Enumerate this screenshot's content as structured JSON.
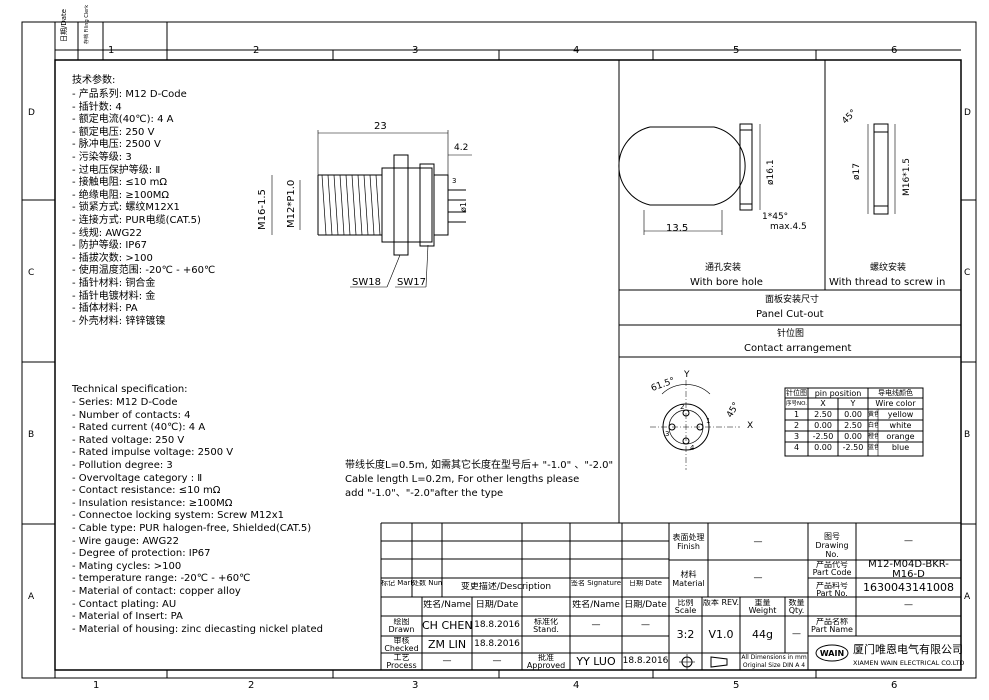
{
  "border": {
    "top_numbers": [
      "1",
      "2",
      "3",
      "4",
      "5",
      "6"
    ],
    "bottom_numbers": [
      "1",
      "2",
      "3",
      "4",
      "5",
      "6"
    ],
    "side_letters": [
      "D",
      "C",
      "B",
      "A"
    ],
    "tab_date": "日期/Date",
    "tab_filing": "存档 Filing Clerk"
  },
  "spec_cn": {
    "heading": "技术参数:",
    "items": [
      "- 产品系列: M12 D-Code",
      "- 插针数: 4",
      "- 额定电流(40℃): 4 A",
      "- 额定电压: 250 V",
      "- 脉冲电压: 2500 V",
      "- 污染等级: 3",
      "- 过电压保护等级: Ⅱ",
      "- 接触电阻: ≤10 mΩ",
      "- 绝缘电阻: ≥100MΩ",
      "- 锁紧方式: 螺纹M12X1",
      "- 连接方式: PUR电缆(CAT.5)",
      "- 线规: AWG22",
      "- 防护等级: IP67",
      "- 插拔次数: >100",
      "- 使用温度范围: -20℃ - +60℃",
      "- 插针材料: 铜合金",
      "- 插针电镀材料: 金",
      "- 插体材料: PA",
      "- 外壳材料: 锌锌镀镍"
    ]
  },
  "spec_en": {
    "heading": "Technical specification:",
    "items": [
      "- Series: M12 D-Code",
      "- Number of contacts: 4",
      "- Rated current (40℃): 4 A",
      "- Rated voltage: 250 V",
      "- Rated impulse voltage: 2500 V",
      "- Pollution degree: 3",
      "- Overvoltage category : Ⅱ",
      "- Contact resistance: ≤10 mΩ",
      "- Insulation resistance: ≥100MΩ",
      "- Connectoe locking system: Screw M12x1",
      "- Cable type: PUR halogen-free, Shielded(CAT.5)",
      "- Wire gauge: AWG22",
      "- Degree of protection: IP67",
      "- Mating cycles: >100",
      "- temperature range: -20℃ - +60℃",
      "- Material of contact: copper alloy",
      "- Contact plating: AU",
      "- Material of Insert: PA",
      "- Material of housing: zinc diecasting nickel plated"
    ]
  },
  "drawing": {
    "dim_23": "23",
    "dim_4_2": "4.2",
    "dim_3": "3",
    "dim_phi1": "ø1",
    "dim_m16": "M16-1.5",
    "dim_m12": "M12*P1.0",
    "sw18": "SW18",
    "sw17": "SW17"
  },
  "cable_note": {
    "cn": "带线长度L=0.5m, 如需其它长度在型号后+ \"-1.0\" 、\"-2.0\"",
    "en1": "Cable length L=0.2m, For other lengths please",
    "en2": "add \"-1.0\"、\"-2.0\"after the type"
  },
  "panel": {
    "bore_dim_13_5": "13.5",
    "bore_dim_phi16_1": "ø16.1",
    "bore_dim_145": "1*45°",
    "bore_dim_max": "max.4.5",
    "bore_cn": "通孔安装",
    "bore_en": "With bore hole",
    "thread_dim_45": "45°",
    "thread_dim_phi17": "ø17",
    "thread_dim_m16": "M16*1.5",
    "thread_cn": "螺纹安装",
    "thread_en": "With thread to screw in",
    "cutout_cn": "面板安装尺寸",
    "cutout_en": "Panel Cut-out"
  },
  "contact": {
    "title_cn": "针位图",
    "title_en": "Contact arrangement",
    "angle_61_5": "61.5°",
    "angle_45": "45°",
    "axis_x": "X",
    "axis_y": "Y",
    "pins": [
      "1",
      "2",
      "3",
      "4"
    ],
    "table_head1": [
      "针位图",
      "pin position",
      "导电线颜色"
    ],
    "table_head2": [
      "序号NO.",
      "X",
      "Y",
      "Wire color"
    ],
    "rows": [
      [
        "1",
        "2.50",
        "0.00",
        "黄色",
        "yellow"
      ],
      [
        "2",
        "0.00",
        "2.50",
        "白色",
        "white"
      ],
      [
        "3",
        "-2.50",
        "0.00",
        "橙色",
        "orange"
      ],
      [
        "4",
        "0.00",
        "-2.50",
        "蓝色",
        "blue"
      ]
    ]
  },
  "title_block": {
    "mark": "标记 Mark",
    "number": "处数 Number",
    "description": "变更描述/Description",
    "signature": "签名 Signature",
    "date": "日期 Date",
    "name_h": "姓名/Name",
    "date_h": "日期/Date",
    "name_h2": "姓名/Name",
    "date_h2": "日期/Date",
    "drawn": "绘图 Drawn",
    "drawn_name": "CH CHEN",
    "drawn_date": "18.8.2016",
    "stand": "标准化 Stand.",
    "stand_name": "—",
    "stand_date": "—",
    "checked": "审核 Checked",
    "checked_name": "ZM LIN",
    "checked_date": "18.8.2016",
    "process": "工艺 Process",
    "process_name": "—",
    "process_date": "—",
    "approved": "批准 Approved",
    "approved_name": "YY LUO",
    "approved_date": "18.8.2016",
    "finish_label": "表面处理 Finish",
    "finish_value": "—",
    "material_label": "材料 Material",
    "material_value": "—",
    "scale_label": "比例 Scale",
    "rev_label": "版本 REV.",
    "weight_label": "重量 Weight",
    "qty_label": "数量 Qty.",
    "scale_value": "3:2",
    "rev_value": "V1.0",
    "weight_value": "44g",
    "qty_value": "—",
    "dims_note1": "All Dimensions in mm",
    "dims_note2": "Original Size DIN A 4",
    "drawing_no_label": "图号 Drawing No.",
    "drawing_no_value": "—",
    "part_code_label": "产品代号 Part Code",
    "part_code_value1": "M12-M04D-BKR-",
    "part_code_value2": "M16-D",
    "part_no_label": "产品料号 Part No.",
    "part_no_value": "1630043141008",
    "part_name_label": "产品名称 Part Name",
    "part_name_value": "—",
    "logo": "WAIN",
    "company_cn": "厦门唯恩电气有限公司",
    "company_en": "XIAMEN WAIN ELECTRICAL CO.LTD"
  }
}
